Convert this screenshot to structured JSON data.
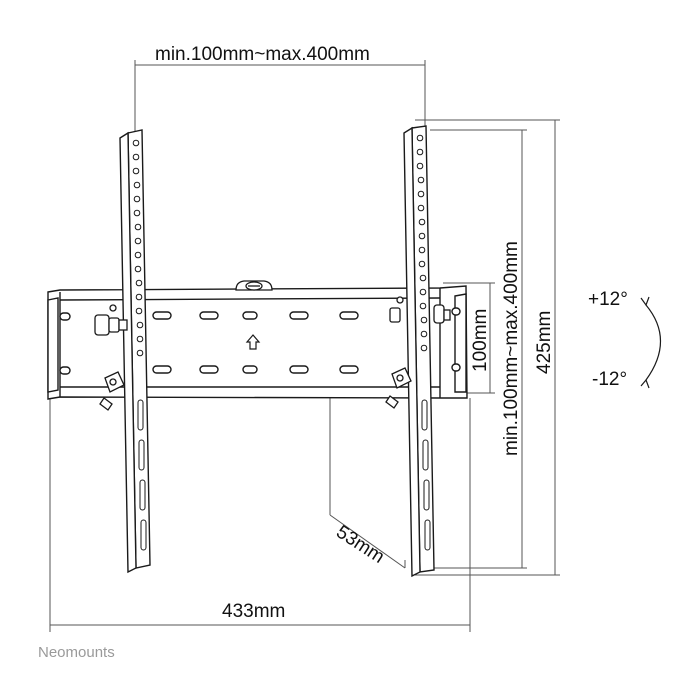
{
  "title": "",
  "dimensions": {
    "top_width": "min.100mm~max.400mm",
    "bottom_width": "433mm",
    "depth": "53mm",
    "rail_spacing": "100mm",
    "vesa_height": "min.100mm~max.400mm",
    "total_height": "425mm"
  },
  "tilt": {
    "up": "+12°",
    "down": "-12°"
  },
  "brand": "Neomounts",
  "colors": {
    "line": "#1a1a1a",
    "dim_line": "#555555",
    "brand": "#9a9a9a"
  }
}
